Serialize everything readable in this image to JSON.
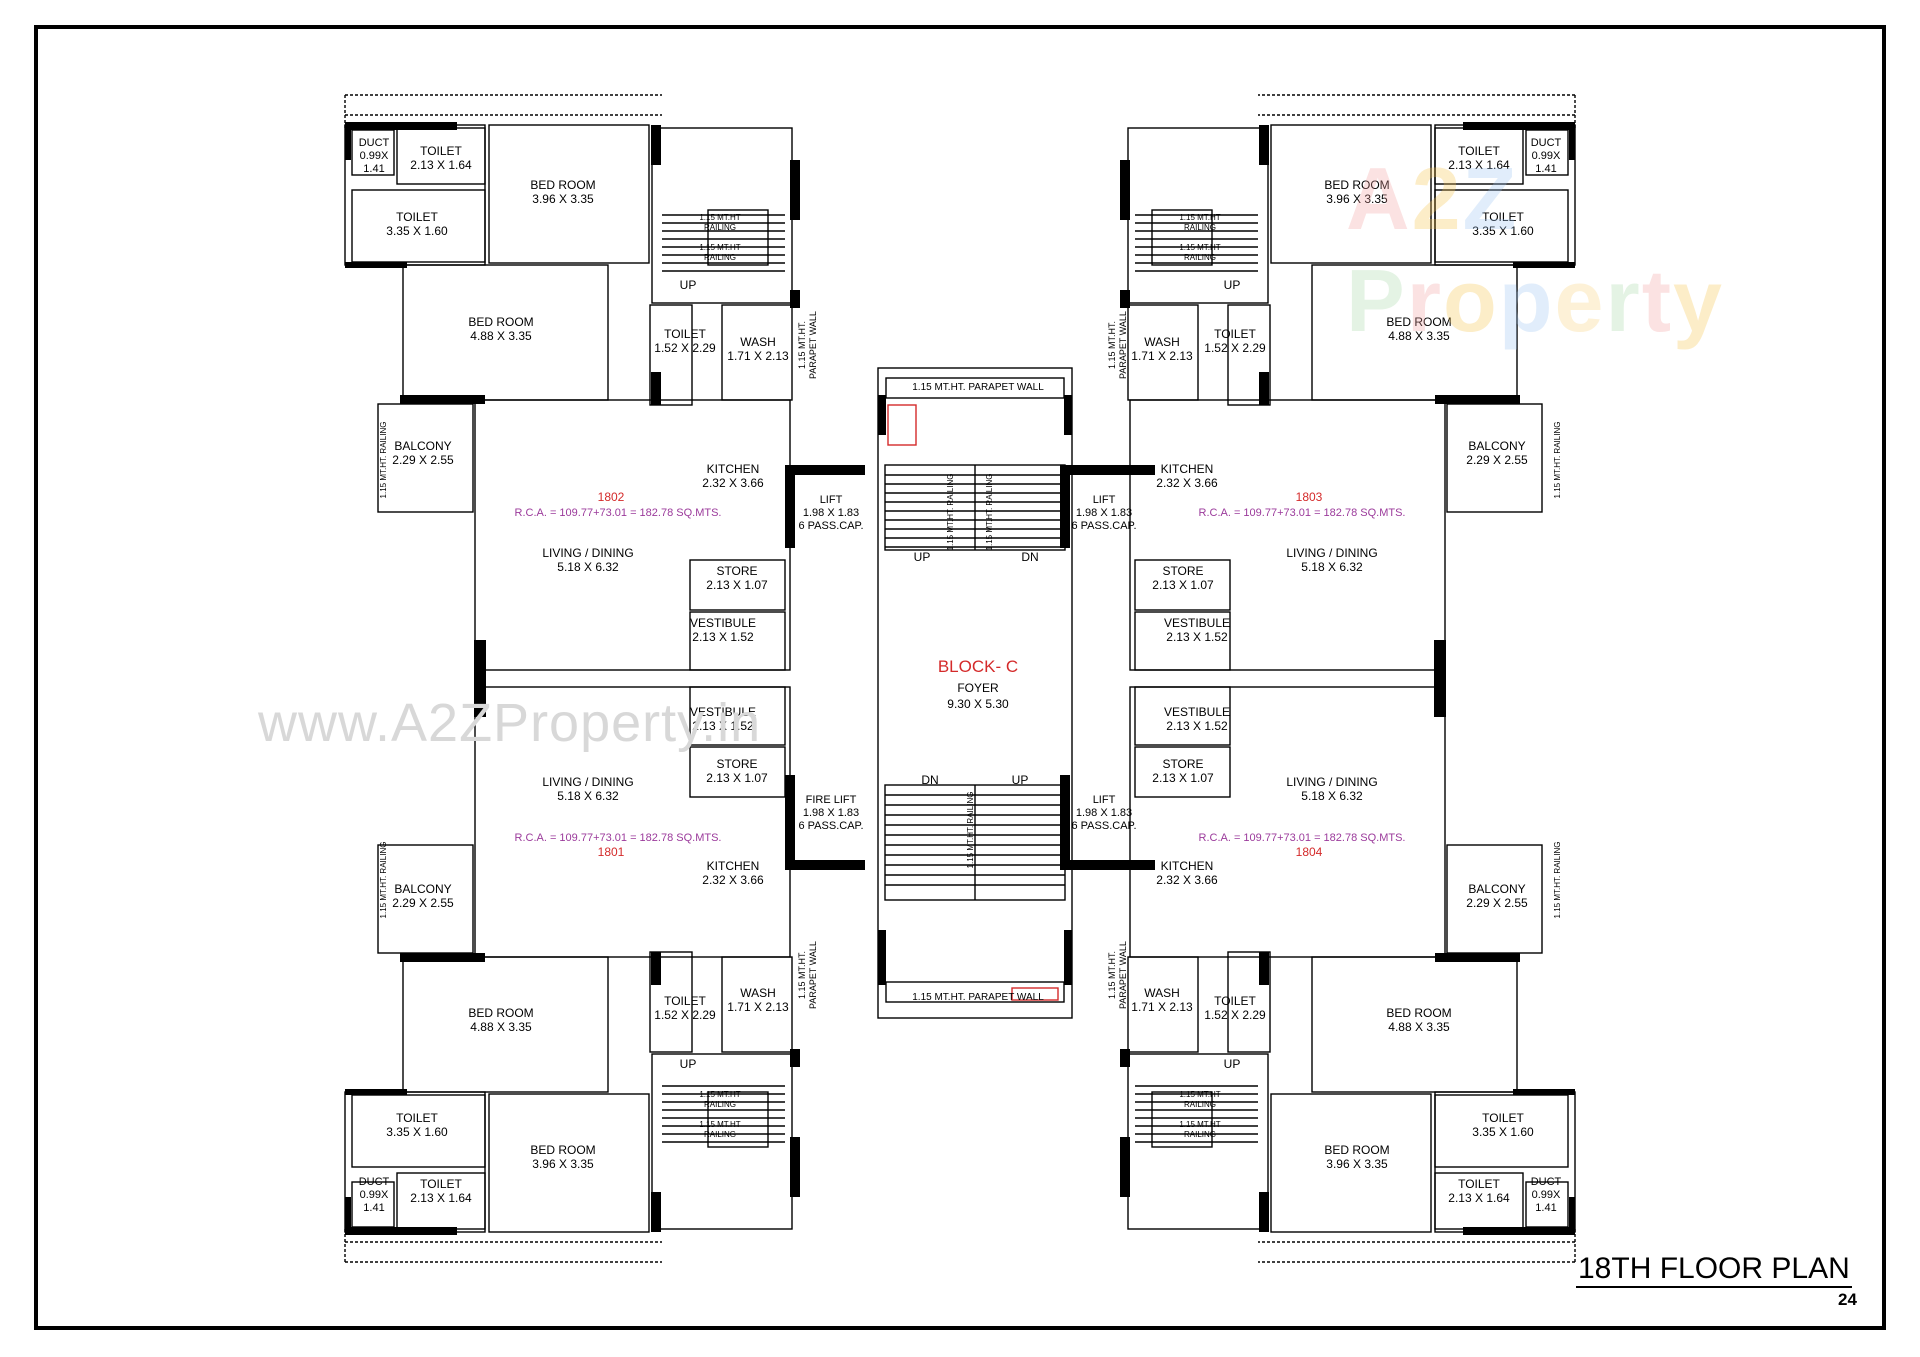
{
  "block": {
    "name": "BLOCK- C",
    "foyer": "FOYER",
    "foyer_dim": "9.30 X 5.30"
  },
  "title": "18TH FLOOR PLAN",
  "page_number": "24",
  "watermarks": {
    "url": "www.A2ZProperty.in",
    "brand": "A2Z Property",
    "brand_colors": [
      "#f2a0a0",
      "#f6c34a",
      "#9cc4f0",
      "#f7d27a",
      "#a8d8a8"
    ]
  },
  "core": {
    "lift_top_left": [
      "LIFT",
      "1.98 X 1.83",
      "6 PASS.CAP."
    ],
    "lift_top_right": [
      "LIFT",
      "1.98 X 1.83",
      "6 PASS.CAP."
    ],
    "fire_lift": [
      "FIRE LIFT",
      "1.98 X 1.83",
      "6 PASS.CAP."
    ],
    "lift_bottom_right": [
      "LIFT",
      "1.98 X 1.83",
      "6 PASS.CAP."
    ],
    "stair_up_top": "UP",
    "stair_dn_top": "DN",
    "stair_dn_bottom": "DN",
    "stair_up_bottom": "UP",
    "parapet": "1.15 MT.HT. PARAPET WALL",
    "railing": "1.15 MT.HT. RAILING"
  },
  "common": {
    "duct": [
      "DUCT",
      "0.99X",
      "1.41"
    ],
    "toilet_a": [
      "TOILET",
      "2.13 X 1.64"
    ],
    "toilet_b": [
      "TOILET",
      "3.35 X 1.60"
    ],
    "toilet_c": [
      "TOILET",
      "1.52 X 2.29"
    ],
    "bedroom_a": [
      "BED ROOM",
      "3.96 X 3.35"
    ],
    "bedroom_b": [
      "BED ROOM",
      "4.88 X 3.35"
    ],
    "wash": [
      "WASH",
      "1.71 X 2.13"
    ],
    "balcony": [
      "BALCONY",
      "2.29 X 2.55"
    ],
    "kitchen": [
      "KITCHEN",
      "2.32 X 3.66"
    ],
    "living": [
      "LIVING / DINING",
      "5.18 X 6.32"
    ],
    "store": [
      "STORE",
      "2.13 X 1.07"
    ],
    "vestibule": [
      "VESTIBULE",
      "2.13 X 1.52"
    ],
    "up": "UP",
    "railing_small": [
      "1.15 MT.HT",
      "RAILING"
    ],
    "parapet_v": [
      "1.15 MT.HT.",
      "PARAPET WALL"
    ],
    "railing_v": "1.15 MT.HT. RAILING",
    "rca": "R.C.A. = 109.77+73.01 = 182.78  SQ.MTS."
  },
  "units": [
    {
      "id": "1802",
      "rca": "R.C.A. = 109.77+73.01 = 182.78  SQ.MTS."
    },
    {
      "id": "1803",
      "rca": "R.C.A. = 109.77+73.01 = 182.78  SQ.MTS."
    },
    {
      "id": "1801",
      "rca": "R.C.A. = 109.77+73.01 = 182.78  SQ.MTS."
    },
    {
      "id": "1804",
      "rca": "R.C.A. = 109.77+73.01 = 182.78  SQ.MTS."
    }
  ]
}
